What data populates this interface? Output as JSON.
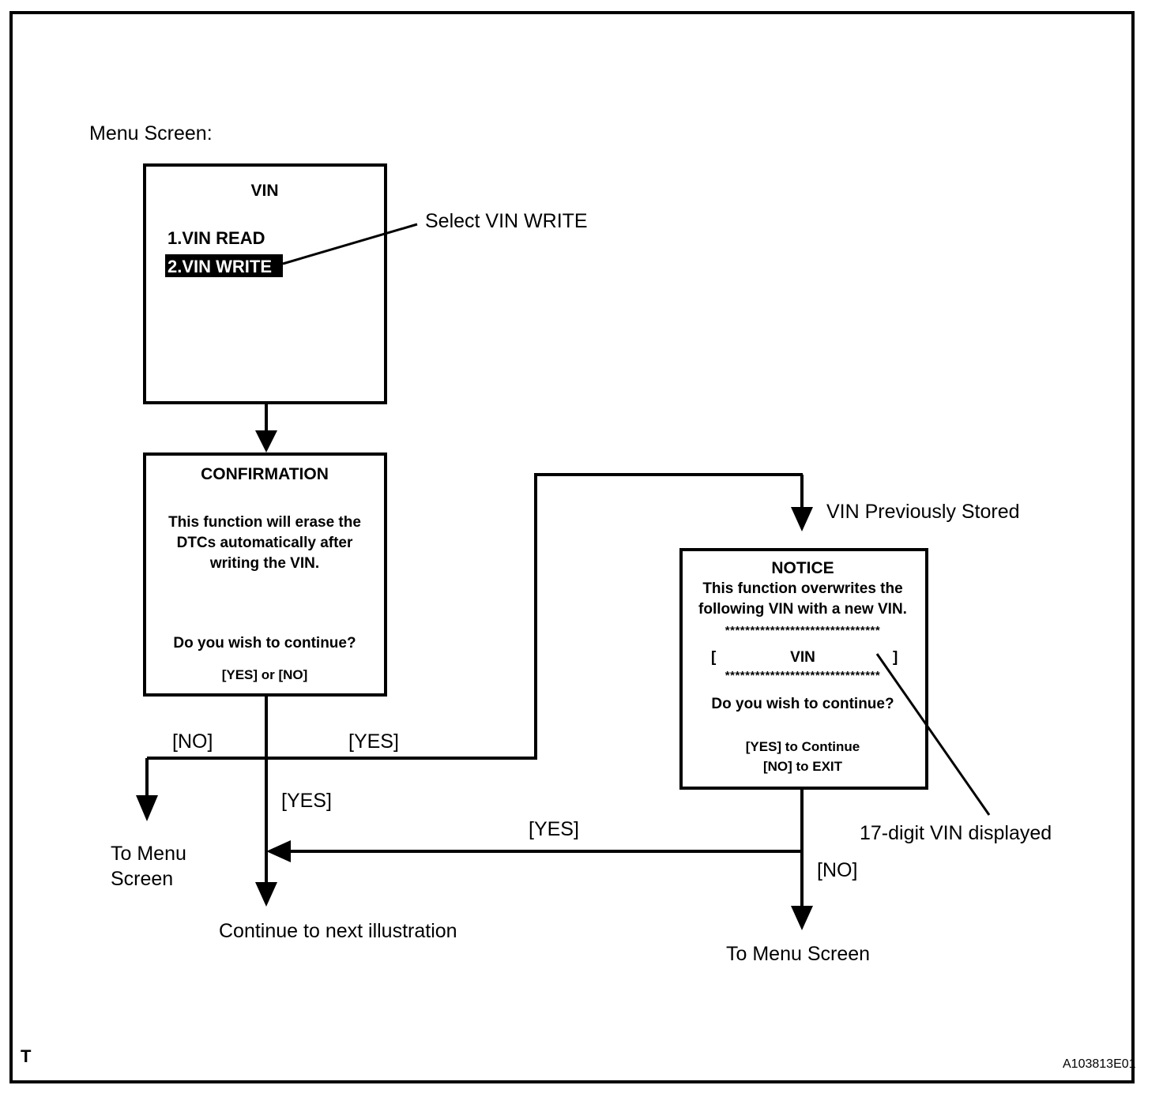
{
  "figure": {
    "caption": "Menu Screen:",
    "corner_marker": "T",
    "figure_code": "A103813E01"
  },
  "screens": {
    "vin_menu": {
      "title": "VIN",
      "items": [
        {
          "label": "1.VIN READ",
          "selected": false
        },
        {
          "label": "2.VIN WRITE",
          "selected": true
        }
      ]
    },
    "confirmation": {
      "title": "CONFIRMATION",
      "body_lines": [
        "This function will erase the",
        "DTCs automatically after",
        "writing the VIN."
      ],
      "question": "Do you wish to continue?",
      "options": "[YES] or [NO]"
    },
    "notice": {
      "title": "NOTICE",
      "body_lines": [
        "This function overwrites the",
        "following VIN with a new VIN."
      ],
      "separator": "*******************************",
      "vin_open_bracket": "[",
      "vin_placeholder": "VIN",
      "vin_close_bracket": "]",
      "question": "Do you wish to continue?",
      "option_yes": "[YES] to Continue",
      "option_no": "[NO] to EXIT"
    }
  },
  "callouts": {
    "select_vin_write": "Select VIN WRITE",
    "vin_previously_stored": "VIN Previously Stored",
    "vin_digits": "17-digit VIN displayed"
  },
  "flow_labels": {
    "confirm_no": "[NO]",
    "confirm_yes_right": "[YES]",
    "confirm_yes_down": "[YES]",
    "notice_yes": "[YES]",
    "notice_no": "[NO]"
  },
  "terminals": {
    "to_menu_screen_left_line1": "To Menu",
    "to_menu_screen_left_line2": "Screen",
    "continue_next": "Continue to next illustration",
    "to_menu_screen_right": "To Menu Screen"
  }
}
